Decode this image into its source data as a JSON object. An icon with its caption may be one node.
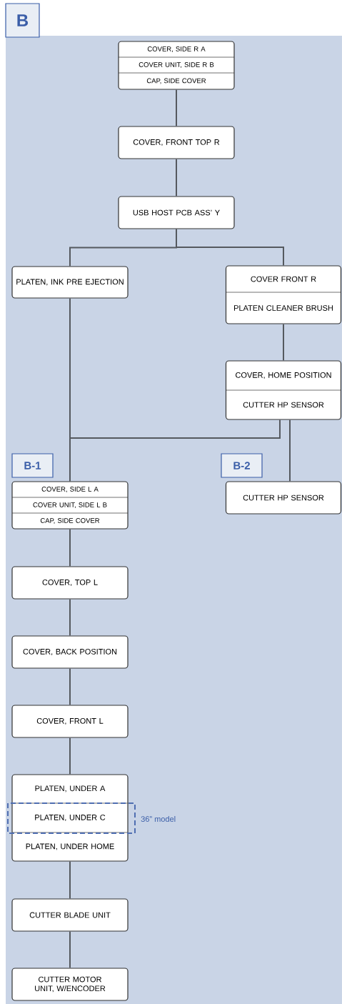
{
  "diagram": {
    "nodes": [
      {
        "text": [
          "COVER, SIDE R A",
          "COVER UNIT, SIDE R B",
          "CAP, SIDE COVER"
        ]
      },
      {
        "text": [
          "COVER, FRONT TOP R"
        ]
      },
      {
        "text": [
          "USB HOST PCB ASS’ Y"
        ]
      },
      {
        "text": [
          "PLATEN, INK PRE EJECTION"
        ]
      },
      {
        "text": [
          "COVER FRONT R",
          "PLATEN CLEANER BRUSH"
        ]
      },
      {
        "text": [
          "COVER, HOME POSITION",
          "CUTTER HP SENSOR"
        ]
      },
      {
        "text": [
          "COVER, SIDE L A",
          "COVER UNIT, SIDE L B",
          "CAP, SIDE COVER"
        ]
      },
      {
        "text": [
          "CUTTER HP SENSOR"
        ]
      },
      {
        "text": [
          "COVER, TOP L"
        ]
      },
      {
        "text": [
          "COVER, BACK POSITION"
        ]
      },
      {
        "text": [
          "COVER, FRONT L"
        ]
      },
      {
        "text": [
          "PLATEN, UNDER A",
          "PLATEN, UNDER C",
          "PLATEN, UNDER HOME"
        ]
      },
      {
        "text": [
          "CUTTER BLADE UNIT"
        ]
      },
      {
        "text": [
          "CUTTER MOTOR UNIT, W/ENCODER"
        ]
      }
    ],
    "edges": [
      {
        "from": 0,
        "to": 1,
        "arrow": "none"
      },
      {
        "from": 1,
        "to": 2,
        "arrow": "none"
      },
      {
        "from": 2,
        "to": 3,
        "arrow": "none"
      },
      {
        "from": 2,
        "to": 4,
        "arrow": "none"
      },
      {
        "from": 3,
        "to": 6,
        "arrow": "none"
      },
      {
        "from": 4,
        "to": 5,
        "arrow": "none"
      },
      {
        "from": 5,
        "to": 6,
        "arrow": "none"
      },
      {
        "from": 5,
        "to": 7,
        "arrow": "none"
      },
      {
        "from": 6,
        "to": 8,
        "arrow": "none"
      },
      {
        "from": 8,
        "to": 9,
        "arrow": "none"
      },
      {
        "from": 9,
        "to": 10,
        "arrow": "none"
      },
      {
        "from": 10,
        "to": 11,
        "arrow": "none"
      },
      {
        "from": 11,
        "to": 12,
        "arrow": "none"
      },
      {
        "from": 12,
        "to": 13,
        "arrow": "none"
      }
    ],
    "labels": [
      "B",
      "B-1",
      "B-2",
      "36” model"
    ]
  }
}
